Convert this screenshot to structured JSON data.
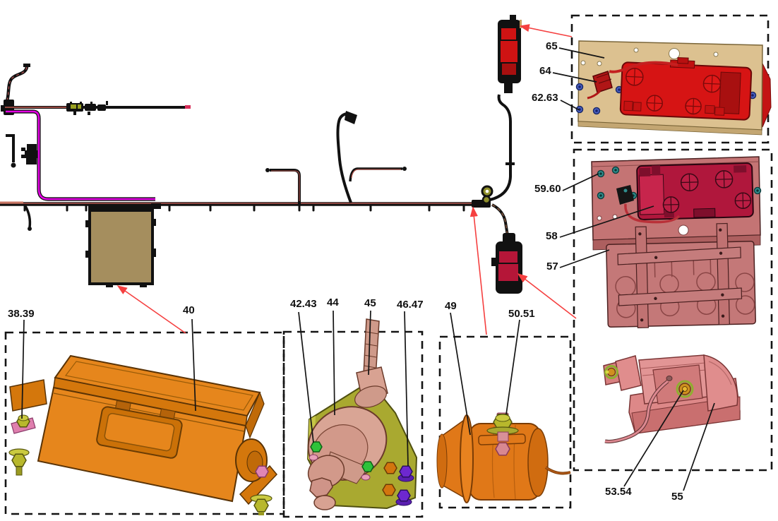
{
  "diagram_type": "exploded-parts-wiring-diagram",
  "palette": {
    "arrow_red": "#f54040",
    "leader_black": "#141414",
    "harness_core": "#b0524c",
    "magenta_wire": "#e400e4",
    "orange_part": "#e6861c",
    "tan_panel": "#dcc190",
    "red_lamp": "#d61414",
    "crimson_lamp": "#b0173c",
    "dusty_pink": "#c47474",
    "plate_pink": "#c47878",
    "lamp_pink": "#e08d8d",
    "olive_bracket": "#a9a930",
    "salmon_switch": "#d9a595",
    "green_bolt": "#2ec23a",
    "purple_bolt": "#6d28cf",
    "yellow_bolt": "#b8b82c"
  },
  "callouts": [
    {
      "id": "38-39",
      "label": "38.39"
    },
    {
      "id": "40",
      "label": "40"
    },
    {
      "id": "42-43",
      "label": "42.43"
    },
    {
      "id": "44",
      "label": "44"
    },
    {
      "id": "45",
      "label": "45"
    },
    {
      "id": "46-47",
      "label": "46.47"
    },
    {
      "id": "49",
      "label": "49"
    },
    {
      "id": "50-51",
      "label": "50.51"
    },
    {
      "id": "53-54",
      "label": "53.54"
    },
    {
      "id": "55",
      "label": "55"
    },
    {
      "id": "57",
      "label": "57"
    },
    {
      "id": "58",
      "label": "58"
    },
    {
      "id": "59-60",
      "label": "59.60"
    },
    {
      "id": "62-63",
      "label": "62.63"
    },
    {
      "id": "64",
      "label": "64"
    },
    {
      "id": "65",
      "label": "65"
    }
  ]
}
